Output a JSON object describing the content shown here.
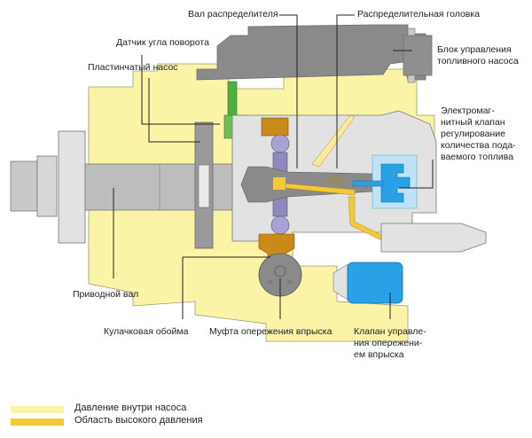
{
  "diagram": {
    "title": "Distributor-type fuel injection pump cross-section",
    "colors": {
      "low_pressure": "#fbf3a6",
      "high_pressure": "#f3c93a",
      "housing_gray": "#8a8a8a",
      "part_gray": "#c9c9c9",
      "light_gray": "#e2e2e2",
      "solenoid_blue": "#2aa0e6",
      "sensor_green": "#4caf3f",
      "cam_orange": "#c98a1a",
      "roller_violet": "#9b97c9"
    },
    "labels": {
      "distributor_shaft": "Вал распределителя",
      "distributor_head": "Распределительная головка",
      "angle_sensor": "Датчик угла поворота",
      "control_unit": "Блок управления\nтопливного насоса",
      "vane_pump": "Пластинчатый насос",
      "solenoid_valve": "Электромаг-\nнитный клапан\nрегулирование\nколичества пода-\nваемого топлива",
      "drive_shaft": "Приводной вал",
      "cam_ring": "Кулачковая обойма",
      "timing_device": "Муфта опережения впрыска",
      "timing_valve": "Клапан управле-\nния опережени-\nем впрыска"
    },
    "legend": [
      {
        "label": "Давление внутри насоса",
        "color": "#fbf3a6"
      },
      {
        "label": "Область высокого давления",
        "color": "#f3c93a"
      }
    ]
  }
}
